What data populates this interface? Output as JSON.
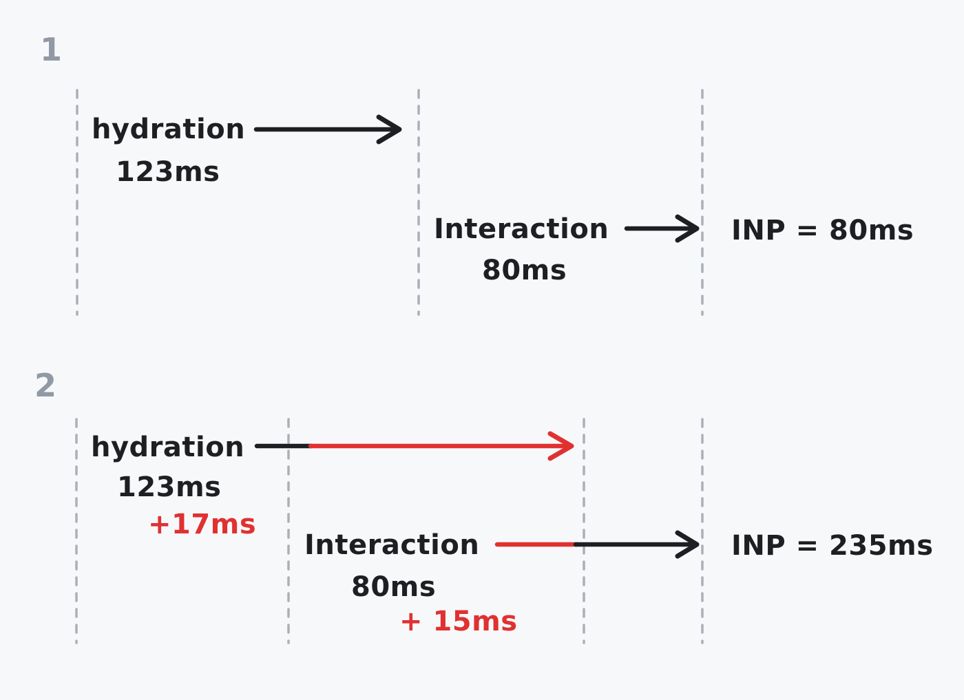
{
  "colors": {
    "background": "#f7f8fa",
    "ink_black": "#1e1f22",
    "accent_red": "#e03131",
    "scenario_number_gray": "#9099a4",
    "boundary_line_gray": "#a9b0b8"
  },
  "diagram": {
    "scenario1": {
      "label": "1",
      "hydration": {
        "name": "hydration",
        "duration": "123ms"
      },
      "interaction": {
        "name": "Interaction",
        "duration": "80ms"
      },
      "result": "INP = 80ms"
    },
    "scenario2": {
      "label": "2",
      "hydration": {
        "name": "hydration",
        "duration": "123ms",
        "delay": "+17ms"
      },
      "interaction": {
        "name": "Interaction",
        "duration": "80ms",
        "delay": "+ 15ms"
      },
      "result": "INP = 235ms"
    }
  }
}
